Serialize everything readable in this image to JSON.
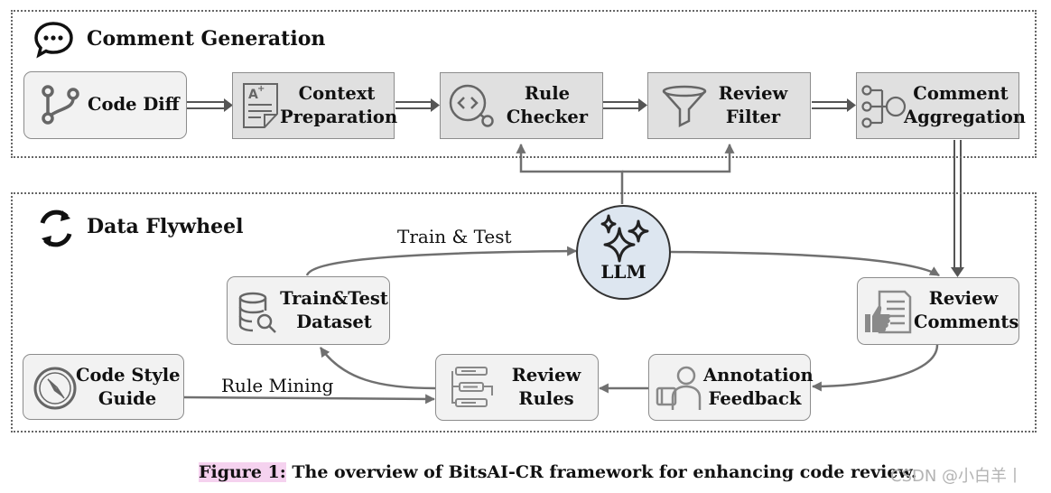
{
  "sections": {
    "comment_generation": {
      "title": "Comment Generation"
    },
    "data_flywheel": {
      "title": "Data Flywheel"
    }
  },
  "nodes": {
    "code_diff": {
      "lines": [
        "Code Diff"
      ],
      "icon": "git-branch-icon"
    },
    "context_preparation": {
      "lines": [
        "Context",
        "Preparation"
      ],
      "icon": "document-edit-icon"
    },
    "rule_checker": {
      "lines": [
        "Rule",
        "Checker"
      ],
      "icon": "code-search-icon"
    },
    "review_filter": {
      "lines": [
        "Review",
        "Filter"
      ],
      "icon": "funnel-icon"
    },
    "comment_aggregation": {
      "lines": [
        "Comment",
        "Aggregation"
      ],
      "icon": "aggregation-icon"
    },
    "llm": {
      "lines": [
        "LLM"
      ],
      "icon": "sparkles-icon"
    },
    "review_comments": {
      "lines": [
        "Review",
        "Comments"
      ],
      "icon": "thumbs-up-document-icon"
    },
    "train_test_dataset": {
      "lines": [
        "Train&Test",
        "Dataset"
      ],
      "icon": "database-search-icon"
    },
    "code_style_guide": {
      "lines": [
        "Code Style",
        "Guide"
      ],
      "icon": "compass-icon"
    },
    "review_rules": {
      "lines": [
        "Review",
        "Rules"
      ],
      "icon": "rules-flow-icon"
    },
    "annotation_feedback": {
      "lines": [
        "Annotation",
        "Feedback"
      ],
      "icon": "annotator-icon"
    }
  },
  "edge_labels": {
    "train_test": "Train & Test",
    "rule_mining": "Rule Mining"
  },
  "caption": {
    "figure_label": "Figure 1:",
    "text": "The overview of BitsAI-CR framework for enhancing code review."
  },
  "watermark": "CSDN @小白羊丨",
  "colors": {
    "box_fill_rounded": "#f2f2f2",
    "box_fill_square": "#e0e0e0",
    "llm_fill": "#dde6f0",
    "arrow": "#707070",
    "caption_highlight": "#f5d2ef"
  }
}
